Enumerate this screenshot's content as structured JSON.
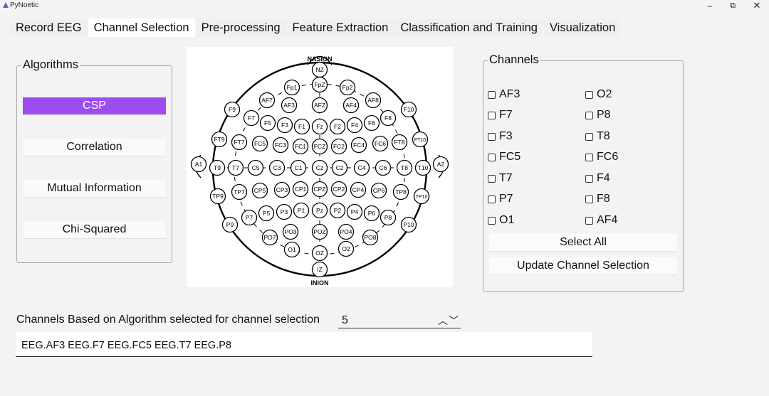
{
  "window": {
    "title": "PyNoetic",
    "minimize": "–",
    "maximize": "⧉",
    "close": "✕"
  },
  "tabs": [
    {
      "label": "Record EEG",
      "active": false
    },
    {
      "label": "Channel Selection",
      "active": true
    },
    {
      "label": "Pre-processing",
      "active": false
    },
    {
      "label": "Feature Extraction",
      "active": false
    },
    {
      "label": "Classification and Training",
      "active": false
    },
    {
      "label": "Visualization",
      "active": false
    }
  ],
  "algorithms": {
    "title": "Algorithms",
    "accent_color": "#9b4dee",
    "buttons": [
      {
        "label": "CSP",
        "active": true
      },
      {
        "label": "Correlation",
        "active": false
      },
      {
        "label": "Mutual Information",
        "active": false
      },
      {
        "label": "Chi-Squared",
        "active": false
      }
    ]
  },
  "headmap": {
    "top_label": "NASION",
    "bottom_label": "INION",
    "electrodes": [
      "NZ",
      "Fp1",
      "FpZ",
      "Fp2",
      "AF7",
      "AF3",
      "AFZ",
      "AF4",
      "AF8",
      "F9",
      "F7",
      "F5",
      "F3",
      "F1",
      "Fz",
      "F2",
      "F4",
      "F6",
      "F8",
      "F10",
      "FT9",
      "FT7",
      "FC5",
      "FC3",
      "FC1",
      "FCZ",
      "FC2",
      "FC4",
      "FC6",
      "FT8",
      "FT10",
      "A1",
      "T9",
      "T7",
      "C5",
      "C3",
      "C1",
      "Cz",
      "C2",
      "C4",
      "C6",
      "T8",
      "T10",
      "A2",
      "TP9",
      "TP7",
      "CP5",
      "CP3",
      "CP1",
      "CPZ",
      "CP2",
      "CP4",
      "CP6",
      "TP8",
      "TP10",
      "P9",
      "P7",
      "P5",
      "P3",
      "P1",
      "Pz",
      "P2",
      "P4",
      "P6",
      "P8",
      "P10",
      "PO7",
      "PO3",
      "POZ",
      "PO4",
      "PO8",
      "O1",
      "OZ",
      "O2",
      "IZ"
    ]
  },
  "channels": {
    "title": "Channels",
    "left": [
      {
        "label": "AF3",
        "checked": false
      },
      {
        "label": "F7",
        "checked": false
      },
      {
        "label": "F3",
        "checked": false
      },
      {
        "label": "FC5",
        "checked": false
      },
      {
        "label": "T7",
        "checked": false
      },
      {
        "label": "P7",
        "checked": false
      },
      {
        "label": "O1",
        "checked": false
      }
    ],
    "right": [
      {
        "label": "O2",
        "checked": false
      },
      {
        "label": "P8",
        "checked": false
      },
      {
        "label": "T8",
        "checked": false
      },
      {
        "label": "FC6",
        "checked": false
      },
      {
        "label": "F4",
        "checked": false
      },
      {
        "label": "F8",
        "checked": false
      },
      {
        "label": "AF4",
        "checked": false
      }
    ],
    "select_all": "Select All",
    "update": "Update Channel Selection"
  },
  "selection": {
    "label": "Channels Based on Algorithm selected for channel selection",
    "count": "5",
    "arrows": "︿﹀",
    "result": "EEG.AF3 EEG.F7 EEG.FC5 EEG.T7 EEG.P8"
  }
}
